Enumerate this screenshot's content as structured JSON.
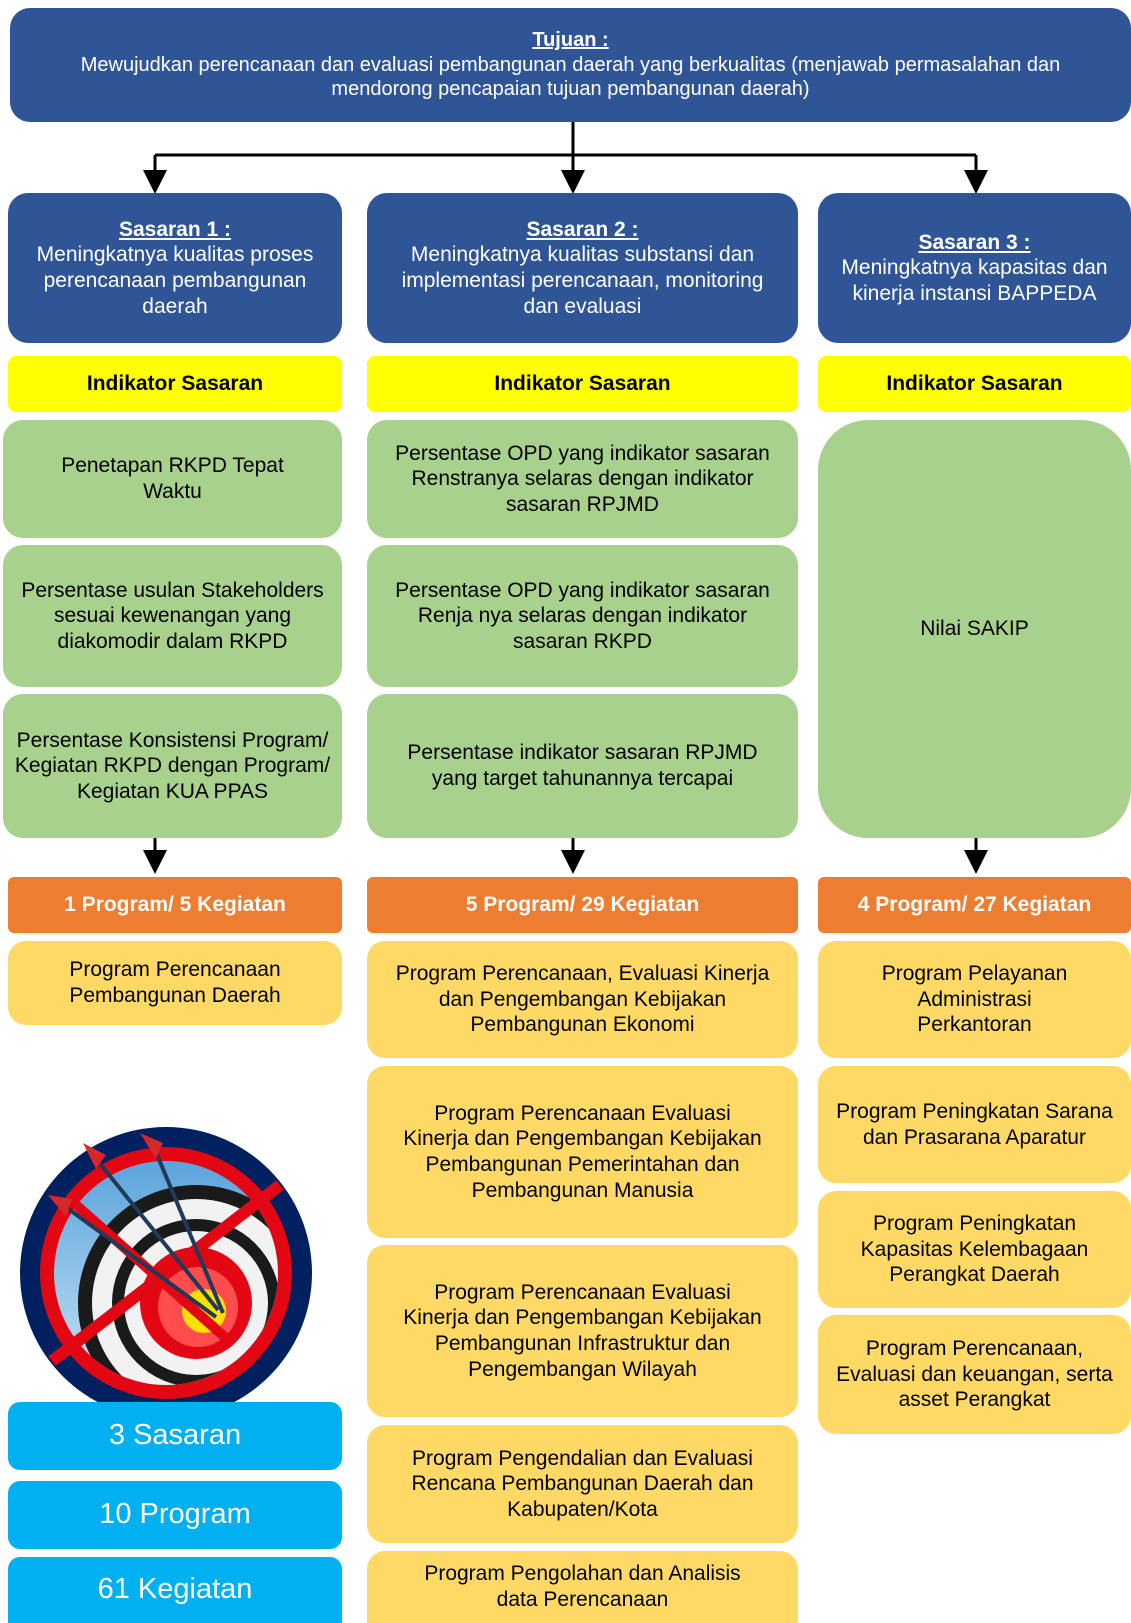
{
  "goal": {
    "heading": "Tujuan :",
    "text": "Mewujudkan perencanaan dan evaluasi pembangunan daerah yang berkualitas (menjawab permasalahan dan mendorong pencapaian tujuan pembangunan daerah)"
  },
  "columns": [
    {
      "heading": "Sasaran 1 :",
      "text": "Meningkatnya kualitas proses perencanaan pembangunan daerah",
      "indicator_header": "Indikator Sasaran",
      "indicators": [
        "Penetapan RKPD Tepat Waktu",
        "Persentase usulan Stakeholders sesuai kewenangan yang diakomodir dalam RKPD",
        "Persentase Konsistensi Program/ Kegiatan RKPD dengan Program/ Kegiatan KUA PPAS"
      ],
      "program_count": "1 Program/ 5 Kegiatan",
      "programs": [
        "Program Perencanaan Pembangunan Daerah"
      ]
    },
    {
      "heading": "Sasaran 2 :",
      "text": "Meningkatnya kualitas substansi dan implementasi perencanaan, monitoring dan evaluasi",
      "indicator_header": "Indikator Sasaran",
      "indicators": [
        "Persentase OPD yang indikator sasaran Renstranya selaras dengan indikator sasaran RPJMD",
        "Persentase OPD yang indikator sasaran Renja nya  selaras dengan indikator sasaran RKPD",
        "Persentase indikator sasaran RPJMD yang target tahunannya tercapai"
      ],
      "program_count": "5 Program/ 29 Kegiatan",
      "programs": [
        "Program Perencanaan, Evaluasi Kinerja dan Pengembangan Kebijakan Pembangunan Ekonomi",
        "Program Perencanaan Evaluasi Kinerja dan Pengembangan Kebijakan Pembangunan Pemerintahan dan Pembangunan Manusia",
        "Program Perencanaan Evaluasi Kinerja dan Pengembangan Kebijakan Pembangunan Infrastruktur dan Pengembangan Wilayah",
        "Program Pengendalian dan Evaluasi Rencana Pembangunan Daerah dan Kabupaten/Kota",
        "Program Pengolahan dan Analisis data Perencanaan"
      ]
    },
    {
      "heading": "Sasaran 3 :",
      "text": "Meningkatnya kapasitas dan kinerja instansi BAPPEDA",
      "indicator_header": "Indikator Sasaran",
      "indicators": [
        "Nilai SAKIP"
      ],
      "program_count": "4 Program/ 27 Kegiatan",
      "programs": [
        "Program Pelayanan Administrasi Perkantoran",
        "Program Peningkatan Sarana dan Prasarana Aparatur",
        "Program Peningkatan Kapasitas Kelembagaan Perangkat Daerah",
        "Program Perencanaan, Evaluasi dan keuangan, serta asset Perangkat"
      ]
    }
  ],
  "summary": [
    "3 Sasaran",
    "10 Program",
    "61 Kegiatan"
  ],
  "icons": {
    "target": "archery-target-icon"
  },
  "colors": {
    "goal_blue": "#2f5597",
    "indicator_yellow": "#ffff00",
    "indicator_green": "#a9d18e",
    "program_count_orange": "#ed7d31",
    "program_gold": "#ffd966",
    "summary_cyan": "#00b0f0"
  }
}
